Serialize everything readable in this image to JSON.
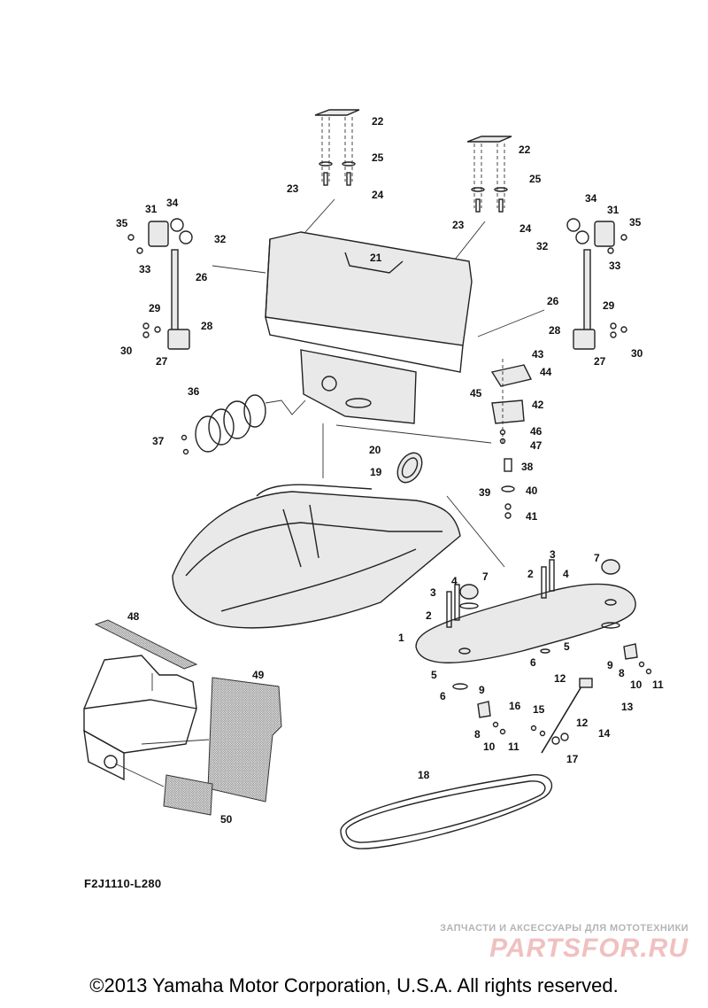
{
  "drawing_code": "F2J1110-L280",
  "copyright": "©2013 Yamaha Motor Corporation, U.S.A. All rights reserved.",
  "watermark": {
    "subtitle": "ЗАПЧАСТИ И АКСЕССУАРЫ ДЛЯ МОТОТЕХНИКИ",
    "logo": "PARTSFOR.RU"
  },
  "callouts": {
    "c1": "1",
    "c2a": "2",
    "c2b": "2",
    "c3a": "3",
    "c3b": "3",
    "c4a": "4",
    "c4b": "4",
    "c5a": "5",
    "c5b": "5",
    "c6a": "6",
    "c6b": "6",
    "c7a": "7",
    "c7b": "7",
    "c8a": "8",
    "c8b": "8",
    "c9a": "9",
    "c9b": "9",
    "c10a": "10",
    "c10b": "10",
    "c11a": "11",
    "c11b": "11",
    "c12a": "12",
    "c12b": "12",
    "c13": "13",
    "c14": "14",
    "c15": "15",
    "c16": "16",
    "c17": "17",
    "c18": "18",
    "c19": "19",
    "c20": "20",
    "c21": "21",
    "c22a": "22",
    "c22b": "22",
    "c23a": "23",
    "c23b": "23",
    "c24a": "24",
    "c24b": "24",
    "c25a": "25",
    "c25b": "25",
    "c26a": "26",
    "c26b": "26",
    "c27a": "27",
    "c27b": "27",
    "c28a": "28",
    "c28b": "28",
    "c29a": "29",
    "c29b": "29",
    "c30a": "30",
    "c30b": "30",
    "c31a": "31",
    "c31b": "31",
    "c32a": "32",
    "c32b": "32",
    "c33a": "33",
    "c33b": "33",
    "c34a": "34",
    "c34b": "34",
    "c35a": "35",
    "c35b": "35",
    "c36": "36",
    "c37": "37",
    "c38": "38",
    "c39": "39",
    "c40": "40",
    "c41": "41",
    "c42": "42",
    "c43": "43",
    "c44": "44",
    "c45": "45",
    "c46": "46",
    "c47": "47",
    "c48": "48",
    "c49": "49",
    "c50": "50"
  }
}
